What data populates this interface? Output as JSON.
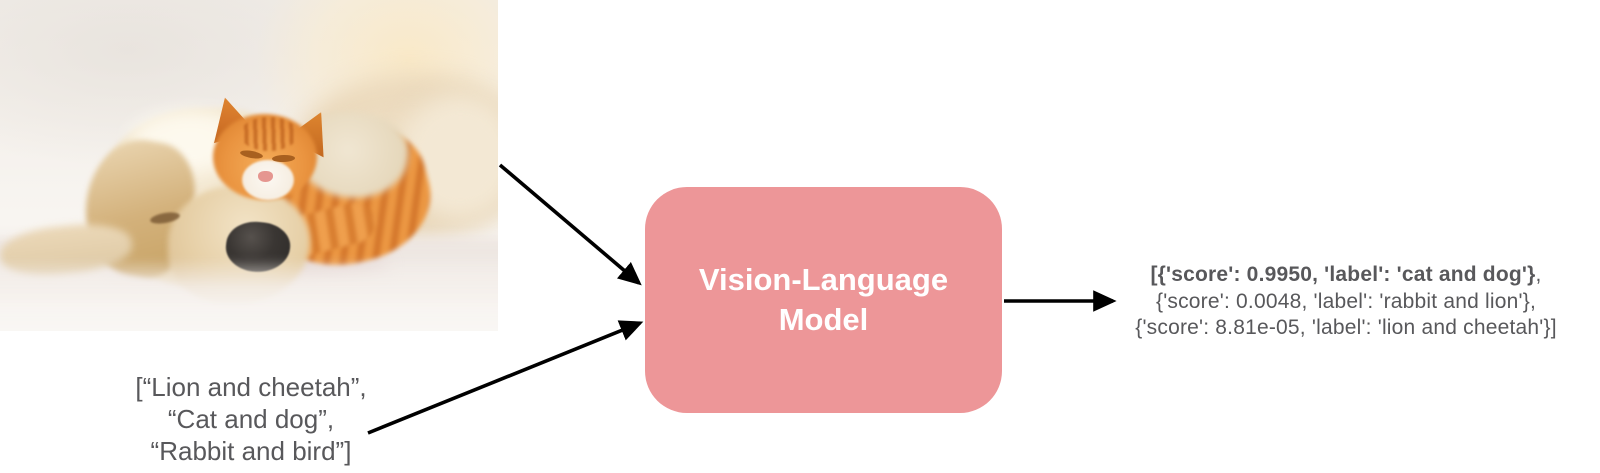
{
  "photo": {
    "description": "Sleeping cream puppy with an orange tabby kitten resting on its head, on a white fluffy blanket"
  },
  "input_prompt": {
    "lines": [
      "[“Lion and cheetah”,",
      "“Cat and dog”,",
      "“Rabbit and bird”]"
    ],
    "text_color": "#58585B"
  },
  "model_box": {
    "label": "Vision-Language\nModel",
    "fill_color": "#ED9698",
    "text_color": "#FFFFFF"
  },
  "output": {
    "line1_bold": "[{'score': 0.9950, 'label': 'cat and dog'}",
    "line1_tail": ",",
    "line2": "{'score': 0.0048, 'label': 'rabbit and lion'},",
    "line3": "{'score': 8.81e-05, 'label': 'lion and cheetah'}]",
    "text_color": "#58585B"
  },
  "arrows": {
    "color": "#000000"
  }
}
